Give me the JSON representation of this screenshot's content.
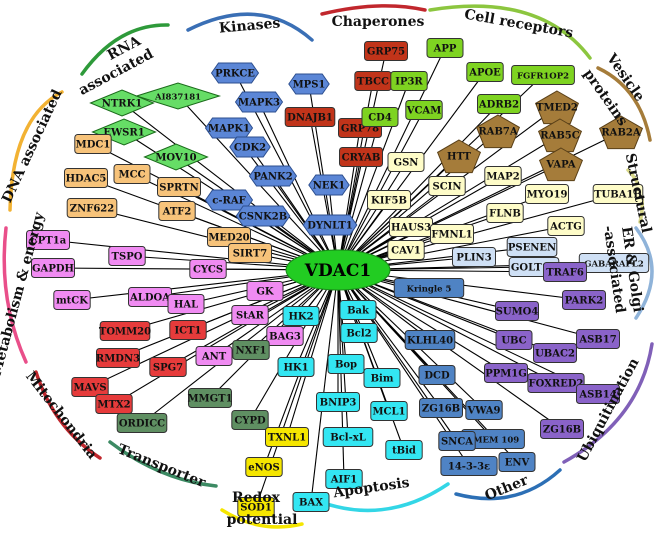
{
  "hub": {
    "label": "VDAC1",
    "color": "#22cc22"
  },
  "categories": [
    {
      "id": "rna",
      "label": "RNA associated",
      "color": "#2e9a3a"
    },
    {
      "id": "kinases",
      "label": "Kinases",
      "color": "#3a6fb5"
    },
    {
      "id": "chaperones",
      "label": "Chaperones",
      "color": "#c1272d"
    },
    {
      "id": "cell_receptors",
      "label": "Cell receptors",
      "color": "#8cc63f"
    },
    {
      "id": "vesicle",
      "label": "Vesicle proteins",
      "color": "#a57c3a"
    },
    {
      "id": "structural",
      "label": "Structural",
      "color": "#d8d88a"
    },
    {
      "id": "er_golgi",
      "label": "ER & Golgi -associated",
      "color": "#8fb3d9"
    },
    {
      "id": "dna",
      "label": "DNA associated",
      "color": "#f2b233"
    },
    {
      "id": "metabolism",
      "label": "Metabolism & energy",
      "color": "#e94f8a"
    },
    {
      "id": "mitochondria",
      "label": "Mitochondria",
      "color": "#c1272d"
    },
    {
      "id": "transporter",
      "label": "Transporter",
      "color": "#3c8a63"
    },
    {
      "id": "redox",
      "label": "Redox potential",
      "color": "#f5e600"
    },
    {
      "id": "apoptosis",
      "label": "Apoptosis",
      "color": "#33d6e6"
    },
    {
      "id": "other",
      "label": "Other",
      "color": "#2c6fb5"
    },
    {
      "id": "ubiquitination",
      "label": "Ubiquitination",
      "color": "#8060b8"
    }
  ],
  "nodes": [
    {
      "label": "NTRK1",
      "group": "rna"
    },
    {
      "label": "AI837181",
      "group": "rna"
    },
    {
      "label": "EWSR1",
      "group": "rna"
    },
    {
      "label": "MOV10",
      "group": "rna"
    },
    {
      "label": "PRKCE",
      "group": "kinases"
    },
    {
      "label": "MAPK3",
      "group": "kinases"
    },
    {
      "label": "MPS1",
      "group": "kinases"
    },
    {
      "label": "MAPK1",
      "group": "kinases"
    },
    {
      "label": "CDK2",
      "group": "kinases"
    },
    {
      "label": "PANK2",
      "group": "kinases"
    },
    {
      "label": "NEK1",
      "group": "kinases"
    },
    {
      "label": "c-RAF",
      "group": "kinases"
    },
    {
      "label": "CSNK2B",
      "group": "kinases"
    },
    {
      "label": "DYNLT1",
      "group": "kinases"
    },
    {
      "label": "GRP75",
      "group": "chaperones"
    },
    {
      "label": "TBCC",
      "group": "chaperones"
    },
    {
      "label": "DNAJB1",
      "group": "chaperones"
    },
    {
      "label": "GRP78",
      "group": "chaperones"
    },
    {
      "label": "CRYAB",
      "group": "chaperones"
    },
    {
      "label": "APP",
      "group": "cell_receptors"
    },
    {
      "label": "IP3R",
      "group": "cell_receptors"
    },
    {
      "label": "APOE",
      "group": "cell_receptors"
    },
    {
      "label": "FGFR1OP2",
      "group": "cell_receptors"
    },
    {
      "label": "VCAM",
      "group": "cell_receptors"
    },
    {
      "label": "ADRB2",
      "group": "cell_receptors"
    },
    {
      "label": "CD4",
      "group": "cell_receptors"
    },
    {
      "label": "TMED2",
      "group": "vesicle"
    },
    {
      "label": "RAB7A",
      "group": "vesicle"
    },
    {
      "label": "RAB5C",
      "group": "vesicle"
    },
    {
      "label": "RAB2A",
      "group": "vesicle"
    },
    {
      "label": "HTT",
      "group": "vesicle"
    },
    {
      "label": "VAPA",
      "group": "vesicle"
    },
    {
      "label": "GSN",
      "group": "structural"
    },
    {
      "label": "MAP2",
      "group": "structural"
    },
    {
      "label": "KIF5B",
      "group": "structural"
    },
    {
      "label": "SCIN",
      "group": "structural"
    },
    {
      "label": "MYO19",
      "group": "structural"
    },
    {
      "label": "TUBA1B",
      "group": "structural"
    },
    {
      "label": "HAUS3",
      "group": "structural"
    },
    {
      "label": "FLNB",
      "group": "structural"
    },
    {
      "label": "FMNL1",
      "group": "structural"
    },
    {
      "label": "ACTG",
      "group": "structural"
    },
    {
      "label": "CAV1",
      "group": "structural"
    },
    {
      "label": "PSENEN",
      "group": "er_golgi"
    },
    {
      "label": "PLIN3",
      "group": "er_golgi"
    },
    {
      "label": "GOLT1B",
      "group": "er_golgi"
    },
    {
      "label": "GABARAPL2",
      "group": "er_golgi"
    },
    {
      "label": "MDC1",
      "group": "dna"
    },
    {
      "label": "MCC",
      "group": "dna"
    },
    {
      "label": "HDAC5",
      "group": "dna"
    },
    {
      "label": "SPRTN",
      "group": "dna"
    },
    {
      "label": "ZNF622",
      "group": "dna"
    },
    {
      "label": "ATF2",
      "group": "dna"
    },
    {
      "label": "MED20",
      "group": "dna"
    },
    {
      "label": "SIRT7",
      "group": "dna"
    },
    {
      "label": "CPT1a",
      "group": "metabolism"
    },
    {
      "label": "TSPO",
      "group": "metabolism"
    },
    {
      "label": "GAPDH",
      "group": "metabolism"
    },
    {
      "label": "CYCS",
      "group": "metabolism"
    },
    {
      "label": "mtCK",
      "group": "metabolism"
    },
    {
      "label": "ALDOA",
      "group": "metabolism"
    },
    {
      "label": "HAL",
      "group": "metabolism"
    },
    {
      "label": "GK",
      "group": "metabolism"
    },
    {
      "label": "StAR",
      "group": "metabolism"
    },
    {
      "label": "BAG3",
      "group": "metabolism"
    },
    {
      "label": "ANT",
      "group": "metabolism"
    },
    {
      "label": "TOMM20",
      "group": "mitochondria"
    },
    {
      "label": "ICT1",
      "group": "mitochondria"
    },
    {
      "label": "RMDN3",
      "group": "mitochondria"
    },
    {
      "label": "SPG7",
      "group": "mitochondria"
    },
    {
      "label": "MAVS",
      "group": "mitochondria"
    },
    {
      "label": "MTX2",
      "group": "mitochondria"
    },
    {
      "label": "NXF1",
      "group": "transporter"
    },
    {
      "label": "MMGT1",
      "group": "transporter"
    },
    {
      "label": "ORDICC",
      "group": "transporter"
    },
    {
      "label": "CYPD",
      "group": "transporter"
    },
    {
      "label": "TXNL1",
      "group": "redox"
    },
    {
      "label": "eNOS",
      "group": "redox"
    },
    {
      "label": "SOD1",
      "group": "redox"
    },
    {
      "label": "HK2",
      "group": "apoptosis"
    },
    {
      "label": "Bak",
      "group": "apoptosis"
    },
    {
      "label": "Bcl2",
      "group": "apoptosis"
    },
    {
      "label": "HK1",
      "group": "apoptosis"
    },
    {
      "label": "Bop",
      "group": "apoptosis"
    },
    {
      "label": "Bim",
      "group": "apoptosis"
    },
    {
      "label": "BNIP3",
      "group": "apoptosis"
    },
    {
      "label": "MCL1",
      "group": "apoptosis"
    },
    {
      "label": "Bcl-xL",
      "group": "apoptosis"
    },
    {
      "label": "tBid",
      "group": "apoptosis"
    },
    {
      "label": "AIF1",
      "group": "apoptosis"
    },
    {
      "label": "BAX",
      "group": "apoptosis"
    },
    {
      "label": "Kringle 5",
      "group": "other"
    },
    {
      "label": "KLHL40",
      "group": "other"
    },
    {
      "label": "DCD",
      "group": "other"
    },
    {
      "label": "ZG16B",
      "group": "other"
    },
    {
      "label": "VWA9",
      "group": "other"
    },
    {
      "label": "TMEM 109",
      "group": "other"
    },
    {
      "label": "SNCA",
      "group": "other"
    },
    {
      "label": "14-3-3ε",
      "group": "other"
    },
    {
      "label": "ENV",
      "group": "other"
    },
    {
      "label": "TRAF6",
      "group": "ubiquitination"
    },
    {
      "label": "PARK2",
      "group": "ubiquitination"
    },
    {
      "label": "SUMO4",
      "group": "ubiquitination"
    },
    {
      "label": "UBC",
      "group": "ubiquitination"
    },
    {
      "label": "ASB17",
      "group": "ubiquitination"
    },
    {
      "label": "UBAC2",
      "group": "ubiquitination"
    },
    {
      "label": "PPM1G",
      "group": "ubiquitination"
    },
    {
      "label": "FOXRED2",
      "group": "ubiquitination"
    },
    {
      "label": "ASB14",
      "group": "ubiquitination"
    },
    {
      "label": "ZG16B",
      "group": "ubiquitination"
    }
  ],
  "group_styles": {
    "rna": {
      "shape": "diamond",
      "fill": "#66dd66"
    },
    "kinases": {
      "shape": "hexagon",
      "fill": "#5b86d6"
    },
    "chaperones": {
      "shape": "rect",
      "fill": "#c1341a"
    },
    "cell_receptors": {
      "shape": "rect",
      "fill": "#7ed321"
    },
    "vesicle": {
      "shape": "pentagon",
      "fill": "#a57c3a"
    },
    "structural": {
      "shape": "rect",
      "fill": "#fefcc8"
    },
    "er_golgi": {
      "shape": "rect",
      "fill": "#cfe0f5"
    },
    "dna": {
      "shape": "rect",
      "fill": "#f7c37a"
    },
    "metabolism": {
      "shape": "rect",
      "fill": "#f08bf2"
    },
    "mitochondria": {
      "shape": "rect",
      "fill": "#e63b3b"
    },
    "transporter": {
      "shape": "rect",
      "fill": "#5f8f62"
    },
    "redox": {
      "shape": "rect",
      "fill": "#f5e600"
    },
    "apoptosis": {
      "shape": "rect",
      "fill": "#33e6f2"
    },
    "other": {
      "shape": "rect",
      "fill": "#4f83c4"
    },
    "ubiquitination": {
      "shape": "rect",
      "fill": "#8a63c9"
    }
  }
}
